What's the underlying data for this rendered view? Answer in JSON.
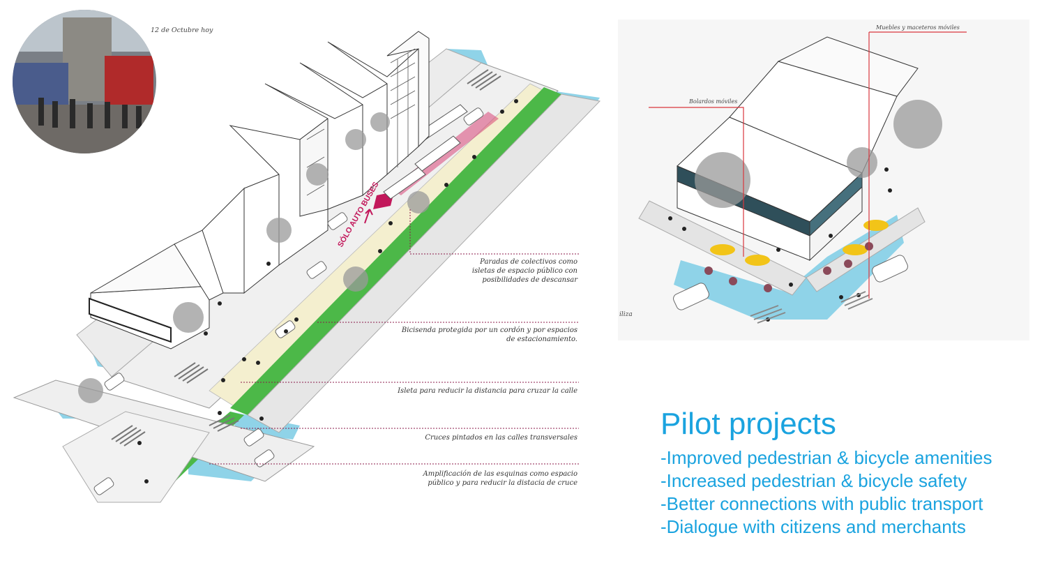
{
  "left_diagram": {
    "photo_caption": "12 de Octubre hoy",
    "road_marking": "SÓLO AUTO BUSES",
    "annotations": [
      "Paradas de colectivos como\nisletas de espacio público con\nposibilidades de descansar",
      "Bicisenda protegida por un cordón y por espacios\nde estacionamiento.",
      "Isleta para reducir la distancia para cruzar la calle",
      "Cruces pintados en las calles transversales",
      "Amplificación de las esquinas como espacio\npúblico y para reducir la distacia de cruce"
    ]
  },
  "right_diagram": {
    "label_furniture": "Muebles y maceteros móviles",
    "label_bollards": "Bolardos móviles",
    "edge_text": "iliza"
  },
  "pilot": {
    "title": "Pilot projects",
    "items": [
      "-Improved pedestrian & bicycle amenities",
      "-Increased pedestrian & bicycle safety",
      "-Better connections with public transport",
      "-Dialogue with citizens and merchants"
    ]
  },
  "colors": {
    "accent_blue": "#1aa3df",
    "bike_lane_green": "#4cb848",
    "annotation_line": "#8b1a4a",
    "water_blue": "#8fd3e8",
    "sidewalk_cream": "#f4efcf"
  }
}
